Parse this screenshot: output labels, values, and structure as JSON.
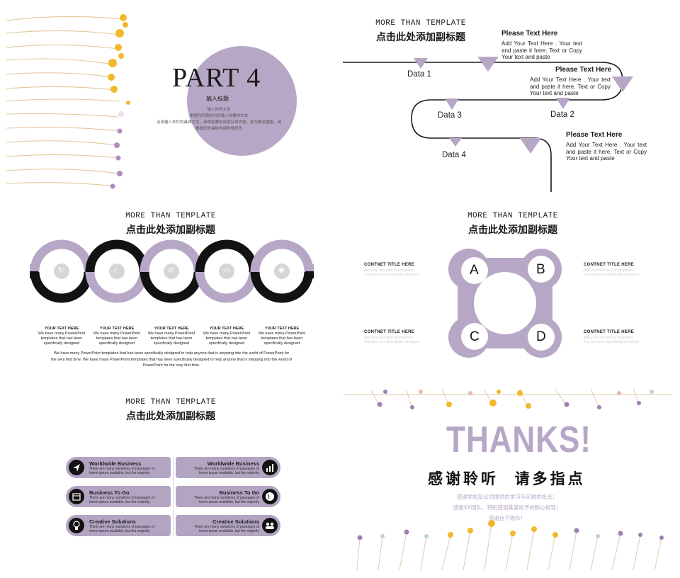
{
  "colors": {
    "accent": "#b7a7c6",
    "dark": "#121212",
    "flower_yellow": "#f2b82a",
    "flower_purple": "#a07fb5"
  },
  "slide1": {
    "part": "PART 4",
    "subtitle": "输入标题",
    "line1": "输入你的文本",
    "line2": "根据你所需的内容输入你要的文本",
    "line3": "点击输入本栏的具体文字，简明扼要的说明分项内容，此为概念图解，请",
    "line4": "根据您的具体内容酌情修改"
  },
  "heading": {
    "en": "MORE THAN TEMPLATE",
    "cn": "点击此处添加副标题"
  },
  "slide2": {
    "placeholders": [
      {
        "title": "Please Text Here",
        "body": "Add Your Text Here . Your text and paste it here. Text or Copy Your text and paste"
      },
      {
        "title": "Please Text Here",
        "body": "Add Your Text Here . Your text and paste it here. Text or Copy Your text and paste"
      },
      {
        "title": "Please Text Here",
        "body": "Add Your Text Here . Your text and paste it here. Text or Copy Your text and paste"
      }
    ],
    "data_labels": [
      "Data 1",
      "Data 2",
      "Data 3",
      "Data 4"
    ]
  },
  "slide3": {
    "icons": [
      "refresh-icon",
      "search-icon",
      "repeat-icon",
      "monitor-icon",
      "camera-icon"
    ],
    "columns": [
      {
        "title": "YOUR TEXT HERE",
        "text": "We have many PowerPoint templates that has been specifically designed"
      },
      {
        "title": "YOUR TEXT HERE",
        "text": "We have many PowerPoint templates that has been specifically designed"
      },
      {
        "title": "YOUR TEXT HERE",
        "text": "We have many PowerPoint templates that has been specifically designed"
      },
      {
        "title": "YOUR TEXT HERE",
        "text": "We have many PowerPoint templates that has been specifically designed"
      },
      {
        "title": "YOUR TEXT HERE",
        "text": "We have many PowerPoint templates that has been specifically designed"
      }
    ],
    "footer": "We have many PowerPoint templates that has been specifically designed to help anyone that is stepping into the world of PowerPoint for the very first time. We have many PowerPoint templates that has been specifically designed to help anyone that is stepping into the world of PowerPoint for the very first time."
  },
  "slide4": {
    "letters": [
      "A",
      "B",
      "C",
      "D"
    ],
    "content_title": "CONTNET   TITLE   HERE",
    "content_sub1": "Add your text here of templates",
    "content_sub2": "You has been specifically designed"
  },
  "slide5": {
    "items": [
      {
        "title": "Worldwide Business",
        "text": "There are many variations of passages of lorem ipsum available, but the majority",
        "icon": "send-icon"
      },
      {
        "title": "Worldwide Business",
        "text": "There are many variations of passages of lorem ipsum available, but the majority",
        "icon": "bar-chart-icon"
      },
      {
        "title": "Business To Go",
        "text": "There are many variations of passages of lorem ipsum available, but the majority",
        "icon": "calendar-icon"
      },
      {
        "title": "Business To Go",
        "text": "There are many variations of passages of lorem ipsum available, but the majority",
        "icon": "globe-icon"
      },
      {
        "title": "Creative Solutions",
        "text": "There are many variations of passages of lorem ipsum available, but the majority",
        "icon": "lightbulb-icon"
      },
      {
        "title": "Creative Solutions",
        "text": "There are many variations of passages of lorem ipsum available, but the majority",
        "icon": "team-icon"
      }
    ]
  },
  "slide6": {
    "thanks": "THANKS!",
    "cn": "感谢聆听  请多指点",
    "lines": [
      "感谢学校及公司提供的学习与实践的机会；",
      "感谢XX团队，特别感谢某某给予的耐心指导；",
      "感谢台下观众！"
    ]
  }
}
